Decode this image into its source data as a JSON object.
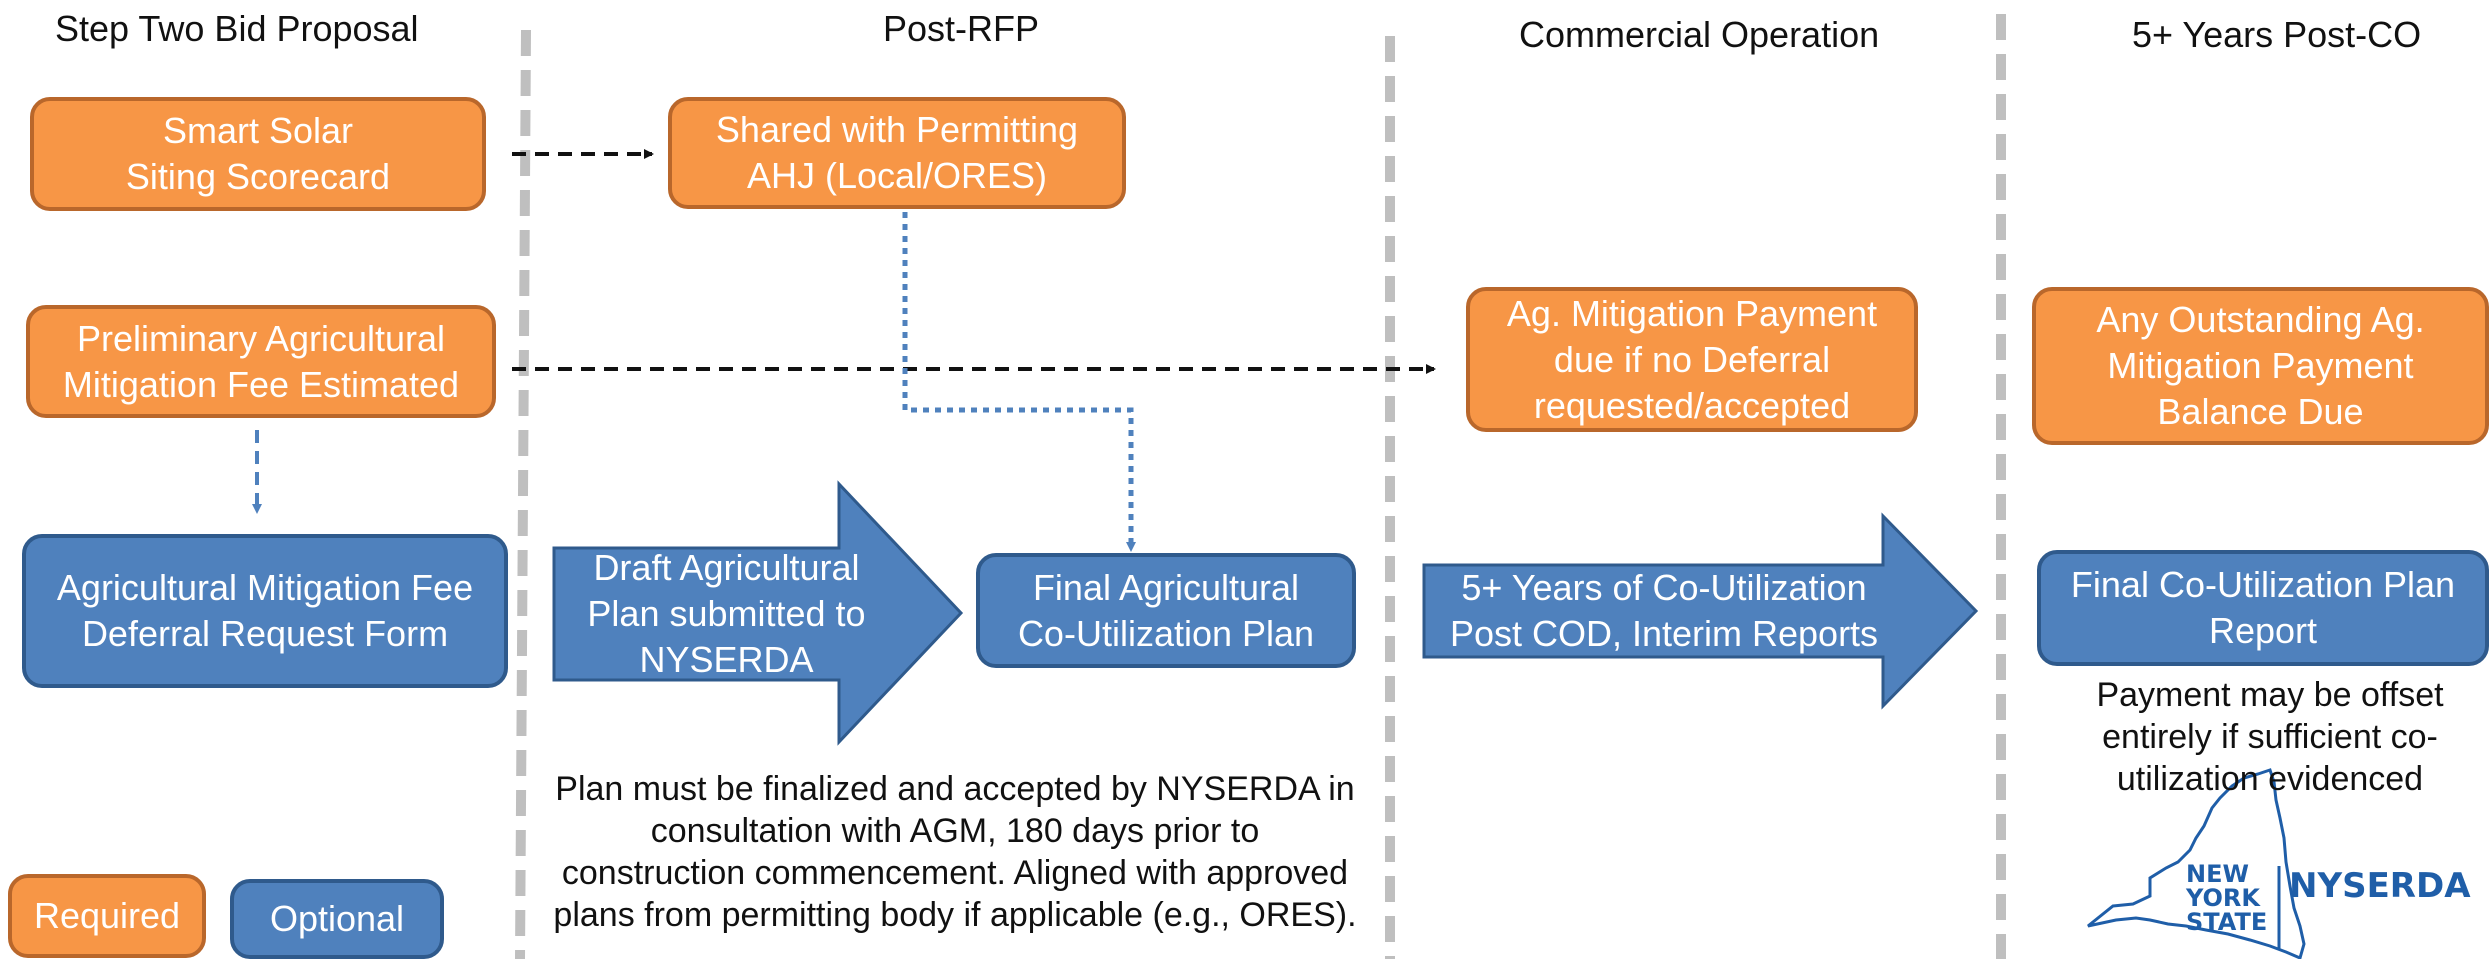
{
  "headers": {
    "step_two": "Step Two Bid Proposal",
    "post_rfp": "Post-RFP",
    "commercial_operation": "Commercial Operation",
    "five_years": "5+ Years Post-CO"
  },
  "boxes": {
    "scorecard": "Smart Solar\nSiting Scorecard",
    "shared_permitting": "Shared with Permitting\nAHJ (Local/ORES)",
    "prelim_fee": "Preliminary Agricultural\nMitigation Fee Estimated",
    "ag_payment_due": "Ag. Mitigation Payment\ndue if no Deferral\nrequested/accepted",
    "outstanding_balance": "Any Outstanding Ag.\nMitigation Payment\nBalance Due",
    "deferral_form": "Agricultural Mitigation Fee\nDeferral Request Form",
    "final_plan": "Final Agricultural\nCo-Utilization Plan",
    "final_report": "Final Co-Utilization Plan\nReport"
  },
  "arrows": {
    "draft_plan": "Draft Agricultural\nPlan submitted to\nNYSERDA",
    "five_years_reports": "5+ Years of Co-Utilization\nPost COD, Interim Reports"
  },
  "notes": {
    "plan_finalized": "Plan must be finalized and accepted by NYSERDA in\nconsultation with AGM, 180 days prior to\nconstruction commencement. Aligned with approved\nplans from permitting body if applicable (e.g., ORES).",
    "payment_offset": "Payment may be offset\nentirely if sufficient co-\nutilization evidenced"
  },
  "legend": {
    "required": "Required",
    "optional": "Optional"
  },
  "logo": {
    "state_line1": "NEW",
    "state_line2": "YORK",
    "state_line3": "STATE",
    "org": "NYSERDA"
  },
  "colors": {
    "required_fill": "#F79646",
    "optional_fill": "#4F81BD",
    "divider": "#BFBFBF",
    "brand_blue": "#1F5EA8"
  }
}
